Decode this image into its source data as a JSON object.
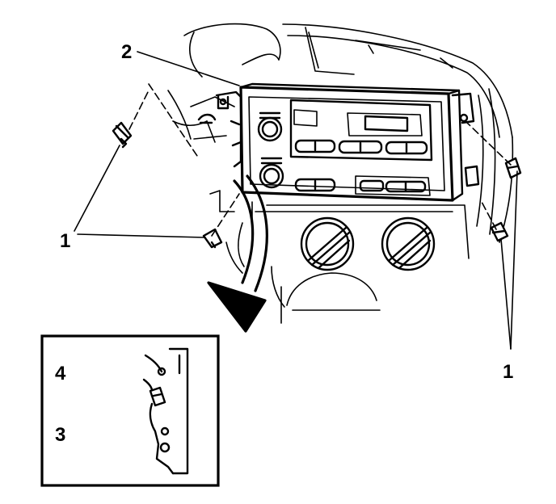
{
  "callouts": {
    "screw_left": "1",
    "screw_right": "1",
    "bracket_clip": "2",
    "tab": "3",
    "retainer": "4"
  }
}
